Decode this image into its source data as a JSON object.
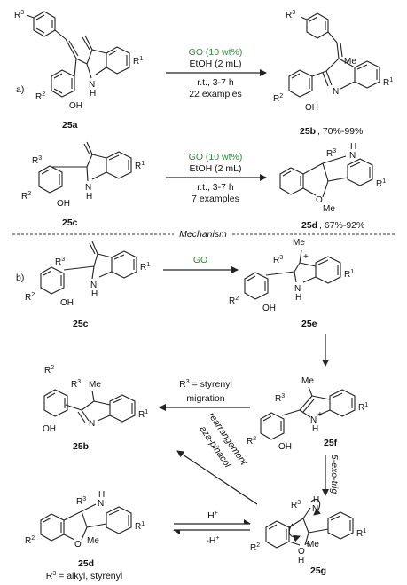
{
  "part_a": {
    "label": "a)",
    "reaction1": {
      "reagent": "GO (10 wt%)",
      "solvent": "EtOH (2 mL)",
      "conditions": "r.t., 3-7 h",
      "examples": "22 examples",
      "start_label": "25a",
      "product_label": "25b",
      "product_yield": ", 70%-99%"
    },
    "reaction2": {
      "reagent": "GO (10 wt%)",
      "solvent": "EtOH (2 mL)",
      "conditions": "r.t., 3-7 h",
      "examples": "7 examples",
      "start_label": "25c",
      "product_label": "25d",
      "product_yield": ", 67%-92%"
    }
  },
  "divider_text": "Mechanism",
  "part_b": {
    "label": "b)",
    "step1_reagent": "GO",
    "labels": {
      "c": "25c",
      "e": "25e",
      "f": "25f",
      "b": "25b",
      "g": "25g",
      "d": "25d"
    },
    "migration_condition": "R3 = styrenyl",
    "migration_word": "migration",
    "aza_pinacol_line1": "aza-pinacol",
    "aza_pinacol_line2": "rearrangement",
    "exo_trig": "5-exo-trig",
    "proton_forward": "H+",
    "proton_back": "-H+",
    "r3_note": "R3 = alkyl, styrenyl"
  },
  "colors": {
    "go_green": "#2e8b3a",
    "ink": "#111111"
  }
}
